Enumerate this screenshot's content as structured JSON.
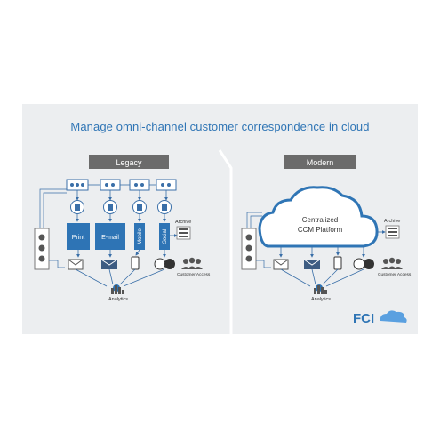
{
  "title": "Manage omni-channel customer correspondence in cloud",
  "legacy": {
    "header": "Legacy",
    "channels": [
      "Print",
      "E-mail",
      "Mobile",
      "Social"
    ],
    "archive_label": "Archive",
    "customer_access_label": "Customer Access",
    "analytics_label": "Analytics"
  },
  "modern": {
    "header": "Modern",
    "cloud_line1": "Centralized",
    "cloud_line2": "CCM Platform",
    "archive_label": "Archive",
    "customer_access_label": "Customer Access",
    "analytics_label": "Analytics"
  },
  "logo_text": "FCI",
  "colors": {
    "accent": "#2f75b5",
    "channel_fill": "#2e74b5",
    "header_fill": "#6b6b6b",
    "background": "#eceef0"
  }
}
